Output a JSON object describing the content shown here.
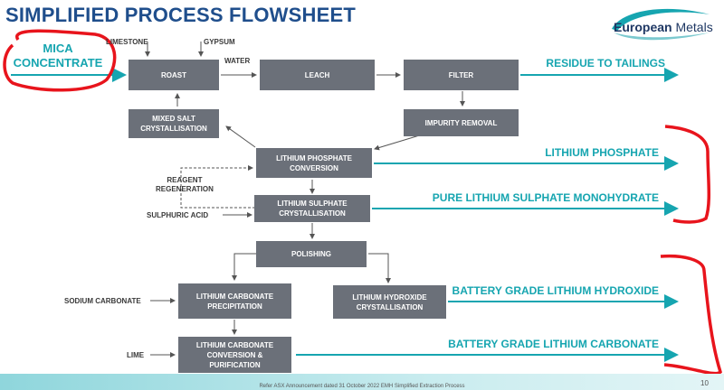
{
  "title": "SIMPLIFIED PROCESS FLOWSHEET",
  "logo": {
    "word1": "European",
    "word2": "Metals"
  },
  "input": {
    "label_line1": "MICA",
    "label_line2": "CONCENTRATE"
  },
  "reagents": {
    "limestone": "LIMESTONE",
    "gypsum": "GYPSUM",
    "water": "WATER",
    "reagent_regeneration_1": "REAGENT",
    "reagent_regeneration_2": "REGENERATION",
    "sulphuric_acid": "SULPHURIC ACID",
    "sodium_carbonate": "SODIUM CARBONATE",
    "lime": "LIME"
  },
  "boxes": {
    "roast": "ROAST",
    "leach": "LEACH",
    "filter": "FILTER",
    "mixed_salt_1": "MIXED SALT",
    "mixed_salt_2": "CRYSTALLISATION",
    "impurity_removal": "IMPURITY REMOVAL",
    "li_phosphate_1": "LITHIUM PHOSPHATE",
    "li_phosphate_2": "CONVERSION",
    "li_sulphate_1": "LITHIUM SULPHATE",
    "li_sulphate_2": "CRYSTALLISATION",
    "polishing": "POLISHING",
    "li_carb_precip_1": "LITHIUM CARBONATE",
    "li_carb_precip_2": "PRECIPITATION",
    "li_hydroxide_1": "LITHIUM HYDROXIDE",
    "li_hydroxide_2": "CRYSTALLISATION",
    "li_carb_conv_1": "LITHIUM CARBONATE",
    "li_carb_conv_2": "CONVERSION &",
    "li_carb_conv_3": "PURIFICATION"
  },
  "outputs": {
    "residue": "RESIDUE TO TAILINGS",
    "li_phosphate": "LITHIUM PHOSPHATE",
    "li_sulphate": "PURE LITHIUM SULPHATE MONOHYDRATE",
    "li_hydroxide": "BATTERY GRADE LITHIUM HYDROXIDE",
    "li_carbonate": "BATTERY GRADE LITHIUM CARBONATE"
  },
  "footer": {
    "note": "Refer ASX Announcement dated 31 October 2022 EMH Simplified Extraction Process",
    "page": "10"
  },
  "colors": {
    "title": "#1f4e8c",
    "box": "#6b7079",
    "output": "#16a5b0",
    "annotation_red": "#e8141c"
  }
}
